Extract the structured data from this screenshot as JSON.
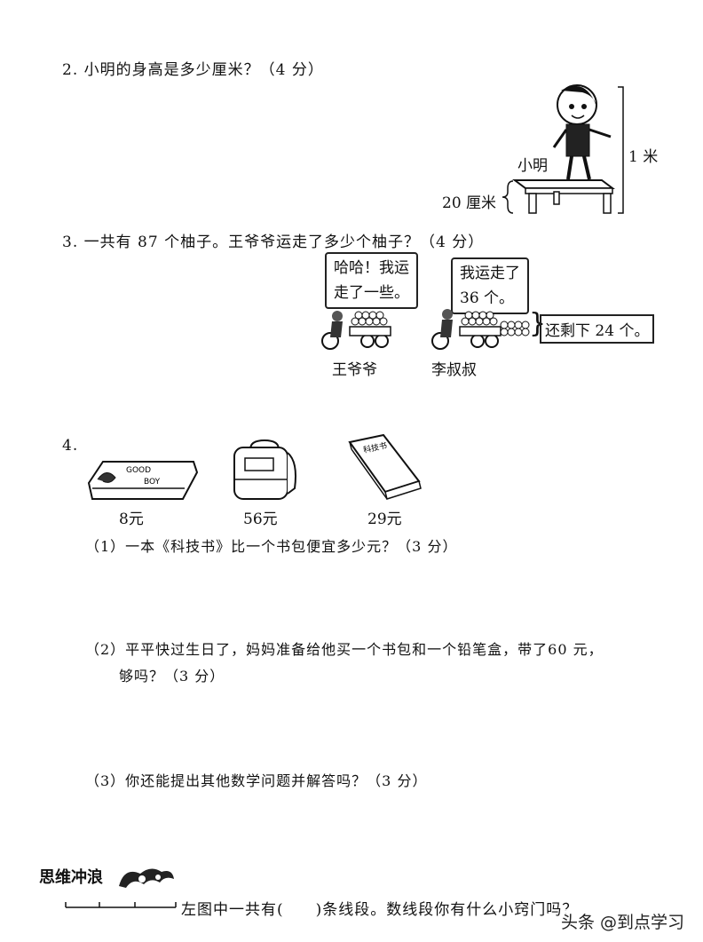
{
  "q2": {
    "title": "2. 小明的身高是多少厘米？（4 分）",
    "figure_name": "小明",
    "height_total": "1 米",
    "table_height": "20 厘米"
  },
  "q3": {
    "title": "3. 一共有 87 个柚子。王爷爷运走了多少个柚子？（4 分）",
    "bubble_wang_line1": "哈哈！我运",
    "bubble_wang_line2": "走了一些。",
    "bubble_li_line1": "我运走了",
    "bubble_li_line2": "36 个。",
    "remaining": "还剩下 24 个。",
    "name_wang": "王爷爷",
    "name_li": "李叔叔"
  },
  "q4": {
    "number": "4.",
    "pencilcase_text_1": "GOOD",
    "pencilcase_text_2": "BOY",
    "book_cover": "科技书",
    "price_pencilcase": "8元",
    "price_bag": "56元",
    "price_book": "29元",
    "sub1": "（1）一本《科技书》比一个书包便宜多少元？（3 分）",
    "sub2_line1": "（2）平平快过生日了，妈妈准备给他买一个书包和一个铅笔盒，带了60 元，",
    "sub2_line2": "够吗？（3 分）",
    "sub3": "（3）你还能提出其他数学问题并解答吗？（3 分）"
  },
  "thinking": {
    "header": "思维冲浪",
    "question": "左图中一共有(　　)条线段。数线段你有什么小窍门吗？"
  },
  "watermark": "头条 @到点学习"
}
